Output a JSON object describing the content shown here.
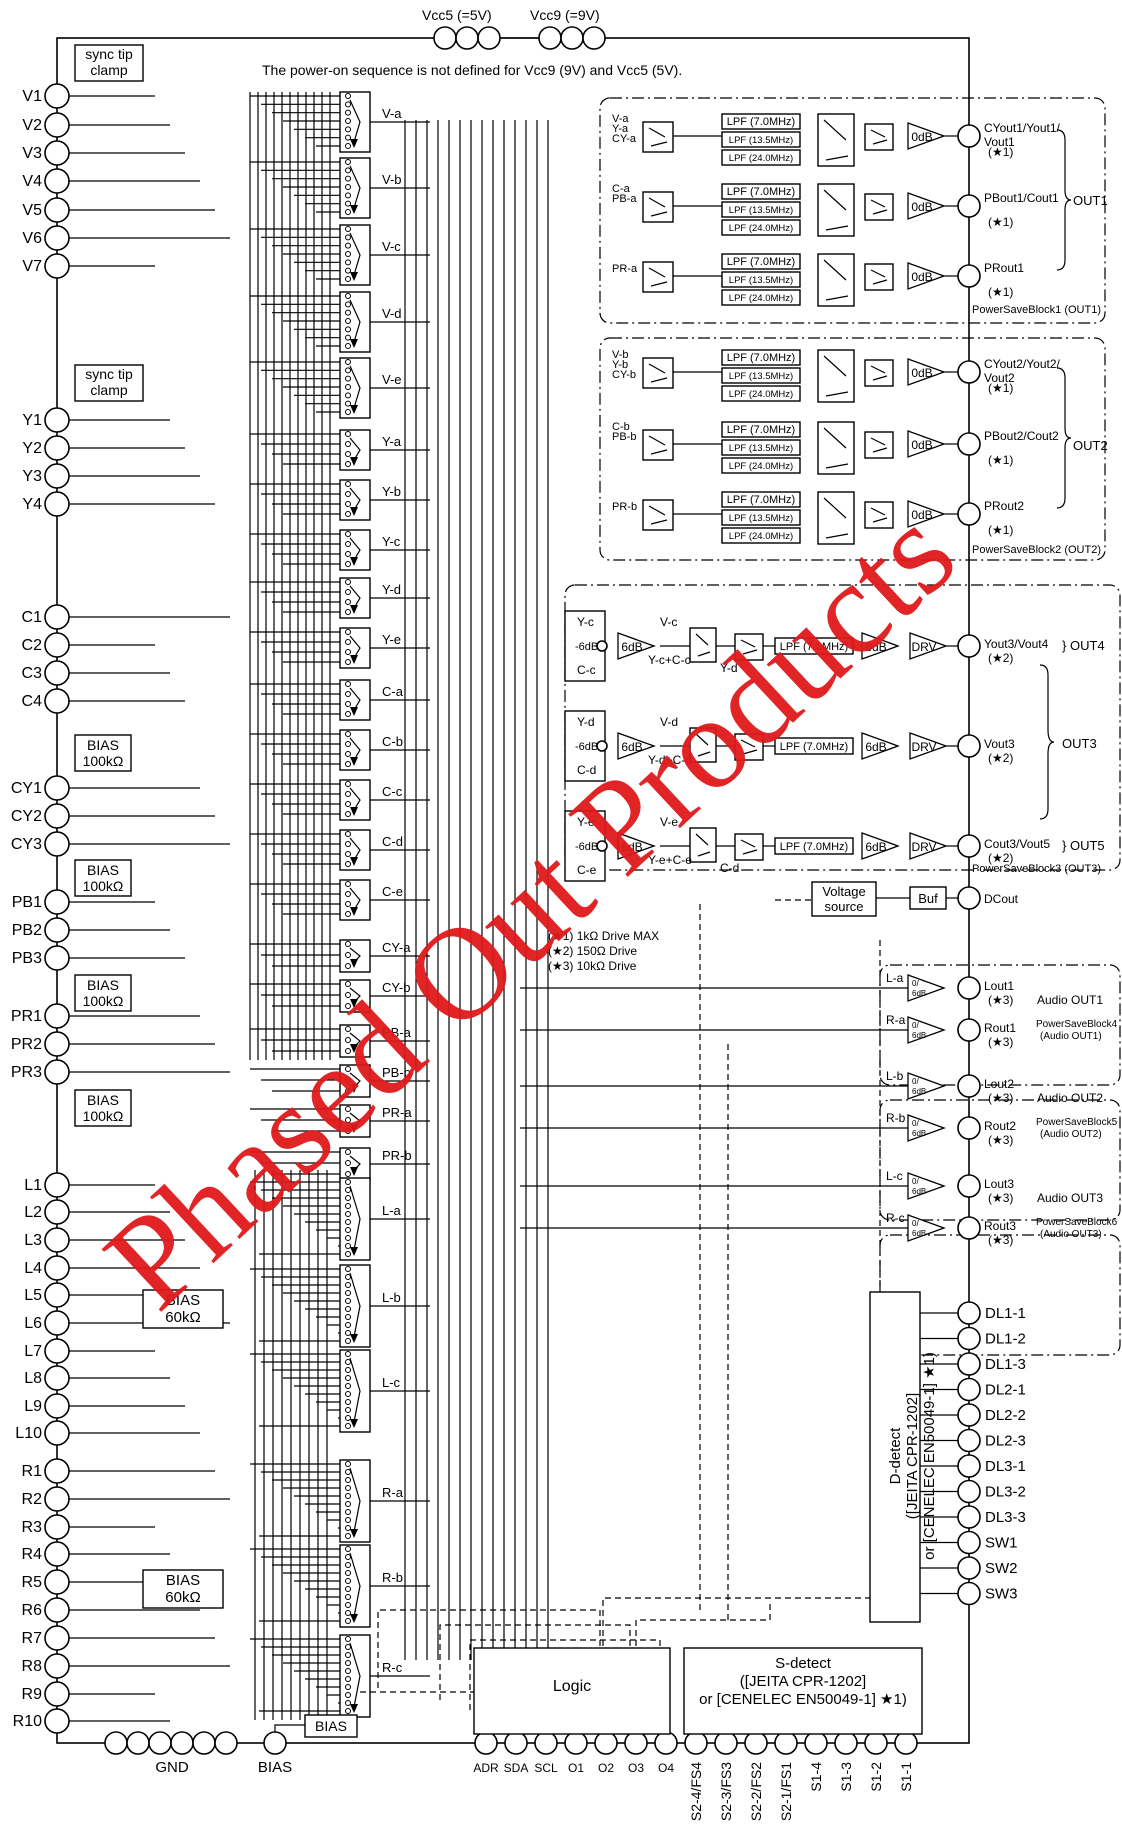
{
  "supply": {
    "vcc5": "Vcc5 (=5V)",
    "vcc9": "Vcc9 (=9V)"
  },
  "note_power_on": "The power-on sequence is not defined for Vcc9 (9V) and Vcc5 (5V).",
  "sync_tip_clamp": "sync tip\nclamp",
  "inputs": {
    "v": [
      "V1",
      "V2",
      "V3",
      "V4",
      "V5",
      "V6",
      "V7"
    ],
    "y": [
      "Y1",
      "Y2",
      "Y3",
      "Y4"
    ],
    "c": [
      "C1",
      "C2",
      "C3",
      "C4"
    ],
    "cy": [
      "CY1",
      "CY2",
      "CY3"
    ],
    "pb": [
      "PB1",
      "PB2",
      "PB3"
    ],
    "pr": [
      "PR1",
      "PR2",
      "PR3"
    ],
    "l": [
      "L1",
      "L2",
      "L3",
      "L4",
      "L5",
      "L6",
      "L7",
      "L8",
      "L9",
      "L10"
    ],
    "r": [
      "R1",
      "R2",
      "R3",
      "R4",
      "R5",
      "R6",
      "R7",
      "R8",
      "R9",
      "R10"
    ]
  },
  "bias_100k": "BIAS\n100kΩ",
  "bias_60k": "BIAS\n60kΩ",
  "bias": "BIAS",
  "selectors": [
    "V-a",
    "V-b",
    "V-c",
    "V-d",
    "V-e",
    "Y-a",
    "Y-b",
    "Y-c",
    "Y-d",
    "Y-e",
    "C-a",
    "C-b",
    "C-c",
    "C-d",
    "C-e",
    "CY-a",
    "CY-b",
    "PB-a",
    "PB-b",
    "PR-a",
    "PR-b",
    "L-a",
    "L-b",
    "L-c",
    "R-a",
    "R-b",
    "R-c"
  ],
  "out_switch_labels": {
    "sw1": [
      "V-a",
      "Y-a",
      "CY-a"
    ],
    "sw2": [
      "C-a",
      "PB-a"
    ],
    "sw3": [
      "PR-a"
    ],
    "sw4": [
      "V-b",
      "Y-b",
      "CY-b"
    ],
    "sw5": [
      "C-b",
      "PB-b"
    ],
    "sw6": [
      "PR-b"
    ]
  },
  "lpf": [
    "LPF (7.0MHz)",
    "LPF (13.5MHz)",
    "LPF (24.0MHz)"
  ],
  "gain_0db": "0dB",
  "gain_6db": "6dB",
  "gain_m6db": "-6dB",
  "drv": "DRV",
  "buf": "Buf",
  "voltage_source": "Voltage\nsource",
  "outputs": {
    "o1a": "CYout1/Yout1/\nVout1",
    "o1b": "PBout1/Cout1",
    "o1c": "PRout1",
    "o2a": "CYout2/Yout2/\nVout2",
    "o2b": "PBout2/Cout2",
    "o2c": "PRout2",
    "o4": "Yout3/Vout4",
    "o3": "Vout3",
    "o5": "Cout3/Vout5",
    "dc": "DCout",
    "lout1": "Lout1",
    "rout1": "Rout1",
    "lout2": "Lout2",
    "rout2": "Rout2",
    "lout3": "Lout3",
    "rout3": "Rout3"
  },
  "star1": "(★1)",
  "star2": "(★2)",
  "star3": "(★3)",
  "group_labels": {
    "out1": "OUT1",
    "out2": "OUT2",
    "out3": "OUT3",
    "out4": "OUT4",
    "out5": "OUT5",
    "audio1": "Audio OUT1",
    "audio2": "Audio OUT2",
    "audio3": "Audio OUT3"
  },
  "powersave": {
    "b1": "PowerSaveBlock1 (OUT1)",
    "b2": "PowerSaveBlock2 (OUT2)",
    "b3": "PowerSaveBlock3 (OUT3)",
    "b4": "PowerSaveBlock4\n(Audio OUT1)",
    "b5": "PowerSaveBlock5\n(Audio OUT2)",
    "b6": "PowerSaveBlock6\n(Audio OUT3)"
  },
  "mid_labels": {
    "ycg1": [
      "Y-c",
      "C-c",
      "V-c",
      "Y-c+C-c",
      "Y-d"
    ],
    "ycg2": [
      "Y-d",
      "C-d",
      "V-d",
      "Y-d+C-d"
    ],
    "ycg3": [
      "Y-e",
      "C-e",
      "V-e",
      "Y-e+C-e",
      "C-d"
    ]
  },
  "legend": [
    "(★1)   1kΩ Drive MAX",
    "(★2)   150Ω Drive",
    "(★3)   10kΩ Drive"
  ],
  "audio_gain": "0/\n6dB",
  "d_detect": "D-detect\n([JEITA CPR-1202]\nor [CENELEC EN50049-1] ★1)",
  "dl_pins": [
    "DL1-1",
    "DL1-2",
    "DL1-3",
    "DL2-1",
    "DL2-2",
    "DL2-3",
    "DL3-1",
    "DL3-2",
    "DL3-3",
    "SW1",
    "SW2",
    "SW3"
  ],
  "logic": "Logic",
  "s_detect": "S-detect\n([JEITA CPR-1202]\nor [CENELEC EN50049-1] ★1)",
  "bottom_pins_logic": [
    "ADR",
    "SDA",
    "SCL",
    "O1",
    "O2",
    "O3",
    "O4"
  ],
  "bottom_pins_s": [
    "S2-4/FS4",
    "S2-3/FS3",
    "S2-2/FS2",
    "S2-1/FS1",
    "S1-4",
    "S1-3",
    "S1-2",
    "S1-1"
  ],
  "gnd": "GND",
  "watermark": "Phased Out Products"
}
